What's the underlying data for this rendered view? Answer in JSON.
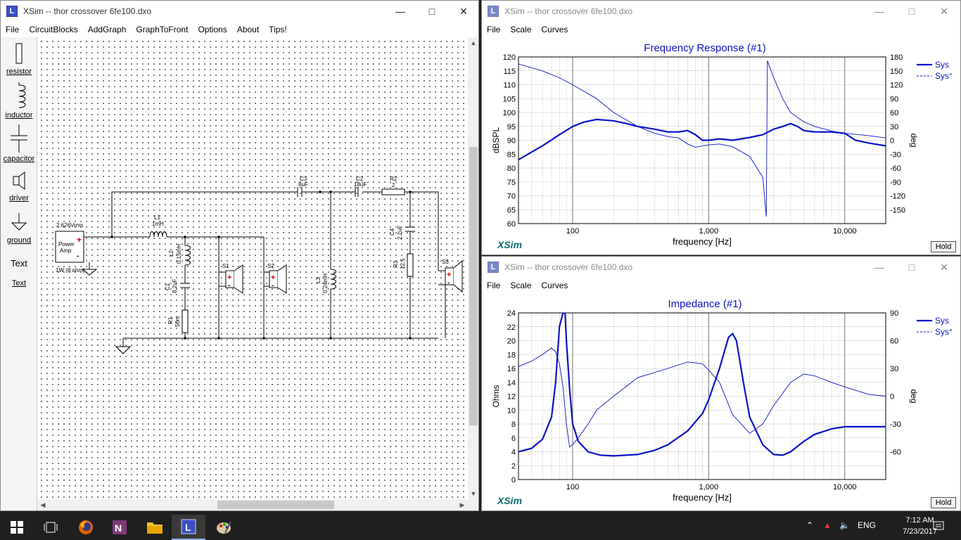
{
  "main_window": {
    "title": "XSim -- thor crossover 6fe100.dxo",
    "menu": [
      "File",
      "CircuitBlocks",
      "AddGraph",
      "GraphToFront",
      "Options",
      "About",
      "Tips!"
    ],
    "tools": [
      "resistor",
      "inductor",
      "capacitor",
      "driver",
      "ground",
      "Text",
      "Text"
    ]
  },
  "circuit": {
    "amp_voltage": "2.626Vrms",
    "amp_label1": "Power",
    "amp_label2": "Amp",
    "amp_power": "1W (8 ohm)",
    "L1": "L1",
    "L1_val": "1mH",
    "L2": "L2",
    "L2_val": "0.15mH",
    "C1": "C1",
    "C1_val": "8.2uF",
    "R1": "R1",
    "R1_val": "50m",
    "C3": "C3",
    "C3_val": "8uF",
    "C2": "C2",
    "C2_val": "18uF",
    "R2": "R2",
    "R2_val": "2",
    "C4": "C4",
    "C4_val": "2.2uF",
    "R3": "R3",
    "R3_val": "12.5",
    "L3": "L3",
    "L3_val": "0.24mH",
    "S1": "S1",
    "S2": "S2",
    "S3": "S3"
  },
  "freq_window": {
    "title": "XSim -- thor crossover 6fe100.dxo",
    "menu": [
      "File",
      "Scale",
      "Curves"
    ],
    "logo": "XSim",
    "hold": "Hold"
  },
  "imp_window": {
    "title": "XSim -- thor crossover 6fe100.dxo",
    "menu": [
      "File",
      "Scale",
      "Curves"
    ],
    "logo": "XSim",
    "hold": "Hold"
  },
  "chart_data": [
    {
      "type": "line",
      "title": "Frequency Response (#1)",
      "xlabel": "frequency [Hz]",
      "ylabel": "dBSPL",
      "y2label": "deg",
      "xscale": "log",
      "xlim": [
        40,
        20000
      ],
      "ylim": [
        60,
        120
      ],
      "y2lim": [
        -180,
        180
      ],
      "xticks": [
        "100",
        "1,000",
        "10,000"
      ],
      "yticks": [
        "60",
        "65",
        "70",
        "75",
        "80",
        "85",
        "90",
        "95",
        "100",
        "105",
        "110",
        "115",
        "120"
      ],
      "y2ticks": [
        "-150",
        "-120",
        "-90",
        "-60",
        "-30",
        "0",
        "30",
        "60",
        "90",
        "120",
        "150",
        "180"
      ],
      "legend": [
        "Sys",
        "Sys°"
      ],
      "legend_position": "top-right",
      "grid": true,
      "series": [
        {
          "name": "Sys",
          "axis": "left",
          "color": "#0a14c8",
          "x": [
            40,
            60,
            80,
            100,
            120,
            150,
            200,
            250,
            300,
            400,
            500,
            600,
            700,
            800,
            900,
            1000,
            1200,
            1500,
            2000,
            2500,
            3000,
            3500,
            4000,
            4500,
            5000,
            6000,
            7000,
            8000,
            10000,
            12000,
            15000,
            20000
          ],
          "y": [
            83,
            88,
            92,
            95,
            96.5,
            97.5,
            97,
            96,
            95,
            94,
            93,
            93,
            93.5,
            92,
            90,
            90,
            90.5,
            90,
            91,
            92,
            94,
            95,
            96,
            95,
            93.5,
            93,
            93,
            93,
            92.5,
            90,
            89,
            88
          ]
        },
        {
          "name": "Sys°",
          "axis": "right",
          "color": "#0a14c8",
          "x": [
            40,
            60,
            80,
            100,
            150,
            200,
            300,
            400,
            500,
            600,
            700,
            800,
            900,
            1000,
            1200,
            1500,
            2000,
            2500,
            2650,
            2700,
            3000,
            3500,
            4000,
            5000,
            6000,
            8000,
            10000,
            15000,
            20000
          ],
          "y": [
            165,
            150,
            135,
            120,
            90,
            60,
            30,
            15,
            8,
            5,
            -8,
            -15,
            -12,
            -10,
            -8,
            -14,
            -35,
            -80,
            -165,
            172,
            135,
            90,
            60,
            40,
            30,
            20,
            15,
            10,
            5
          ]
        }
      ]
    },
    {
      "type": "line",
      "title": "Impedance (#1)",
      "xlabel": "frequency [Hz]",
      "ylabel": "Ohms",
      "y2label": "deg",
      "xscale": "log",
      "xlim": [
        40,
        20000
      ],
      "ylim": [
        0,
        24
      ],
      "y2lim": [
        -90,
        90
      ],
      "xticks": [
        "100",
        "1,000",
        "10,000"
      ],
      "yticks": [
        "0",
        "2",
        "4",
        "6",
        "8",
        "10",
        "12",
        "14",
        "16",
        "18",
        "20",
        "22",
        "24"
      ],
      "y2ticks": [
        "-60",
        "-30",
        "0",
        "30",
        "60",
        "90"
      ],
      "legend": [
        "Sys",
        "Sys°"
      ],
      "legend_position": "top-right",
      "grid": true,
      "series": [
        {
          "name": "Sys",
          "axis": "left",
          "color": "#0a14c8",
          "x": [
            40,
            50,
            60,
            70,
            75,
            80,
            85,
            88,
            90,
            95,
            100,
            110,
            130,
            160,
            200,
            300,
            400,
            500,
            700,
            900,
            1000,
            1200,
            1400,
            1500,
            1600,
            1800,
            2000,
            2500,
            3000,
            3500,
            4000,
            5000,
            6000,
            8000,
            10000,
            12000,
            15000,
            20000
          ],
          "y": [
            4,
            4.5,
            5.8,
            9,
            14,
            22,
            24,
            24,
            20,
            13,
            8,
            5.5,
            4,
            3.5,
            3.4,
            3.6,
            4.2,
            5,
            7,
            9.5,
            11.5,
            16,
            20.5,
            21,
            20,
            14,
            9,
            5,
            3.6,
            3.5,
            4,
            5.5,
            6.5,
            7.3,
            7.6,
            7.6,
            7.6,
            7.6
          ]
        },
        {
          "name": "Sys°",
          "axis": "right",
          "color": "#0a14c8",
          "x": [
            40,
            50,
            60,
            70,
            75,
            80,
            85,
            90,
            95,
            100,
            110,
            130,
            150,
            200,
            300,
            500,
            700,
            900,
            1000,
            1200,
            1500,
            2000,
            2500,
            3000,
            4000,
            5000,
            6000,
            8000,
            10000,
            15000,
            20000
          ],
          "y": [
            32,
            38,
            45,
            52,
            48,
            35,
            10,
            -30,
            -55,
            -52,
            -45,
            -30,
            -15,
            0,
            20,
            30,
            37,
            35,
            28,
            15,
            -20,
            -40,
            -30,
            -10,
            15,
            24,
            22,
            15,
            10,
            2,
            0
          ]
        }
      ]
    }
  ]
}
